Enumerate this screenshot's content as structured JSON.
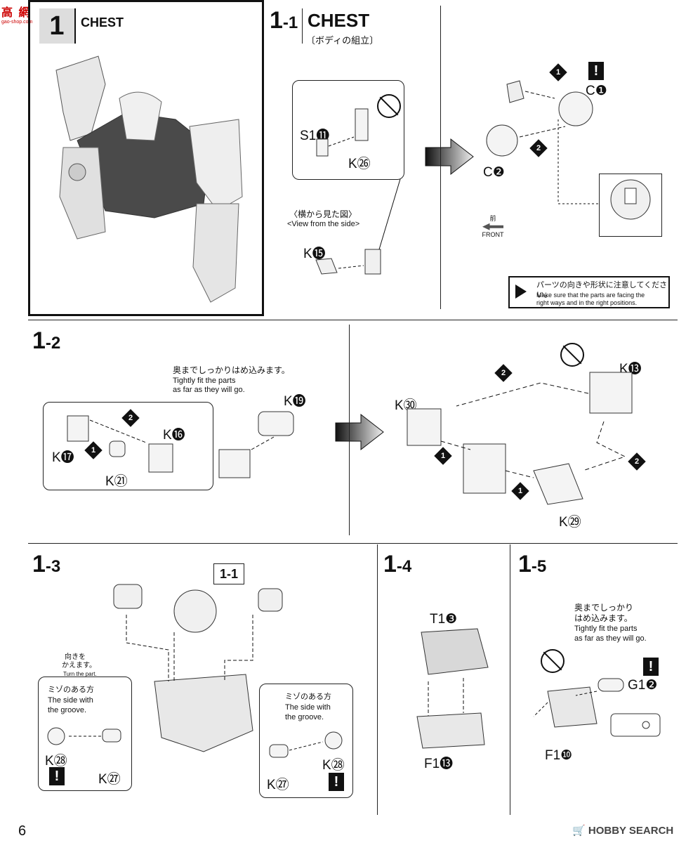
{
  "header": {
    "logo_text": "高 網",
    "logo_sub": "gao-shop.com",
    "section_number": "1",
    "section_title": "CHEST"
  },
  "step_1_1": {
    "number": "1",
    "sub": "-1",
    "title": "CHEST",
    "jp_subtitle": "〔ボディの組立〕",
    "parts": {
      "s1": "S1⓫",
      "k26": "K㉖",
      "k15": "K⓯",
      "c1": "C❶",
      "c2": "C❷"
    },
    "side_view_jp": "〈横から見た図〉",
    "side_view_en": "<View from the side>",
    "front_jp": "前",
    "front_en": "FRONT",
    "steps": [
      "1",
      "2"
    ],
    "notice_jp": "パーツの向きや形状に注意してください。",
    "notice_en_1": "Make sure that the parts are facing the",
    "notice_en_2": "right ways and in the right positions."
  },
  "step_1_2": {
    "number": "1",
    "sub": "-2",
    "fit_jp": "奥までしっかりはめ込みます。",
    "fit_en_1": "Tightly fit the parts",
    "fit_en_2": "as far as they will go.",
    "parts": {
      "k19": "K⓳",
      "k16": "K⓰",
      "k17": "K⓱",
      "k21": "K㉑",
      "k30": "K㉚",
      "k13": "K⓭",
      "k29": "K㉙"
    },
    "steps": [
      "1",
      "2"
    ]
  },
  "step_1_3": {
    "number": "1",
    "sub": "-3",
    "ref": "1-1",
    "turn_jp_1": "向きを",
    "turn_jp_2": "かえます。",
    "turn_en": "Turn the part.",
    "groove_jp": "ミゾのある方",
    "groove_en_1": "The side with",
    "groove_en_2": "the groove.",
    "parts": {
      "k28": "K㉘",
      "k27": "K㉗"
    }
  },
  "step_1_4": {
    "number": "1",
    "sub": "-4",
    "parts": {
      "t1": "T1❸",
      "f1": "F1⓭"
    }
  },
  "step_1_5": {
    "number": "1",
    "sub": "-5",
    "fit_jp_1": "奥までしっかり",
    "fit_jp_2": "はめ込みます。",
    "fit_en_1": "Tightly fit the parts",
    "fit_en_2": "as far as they will go.",
    "parts": {
      "g1": "G1❷",
      "f1": "F1❿"
    }
  },
  "footer": {
    "page_number": "6",
    "brand": "HOBBY SEARCH"
  }
}
